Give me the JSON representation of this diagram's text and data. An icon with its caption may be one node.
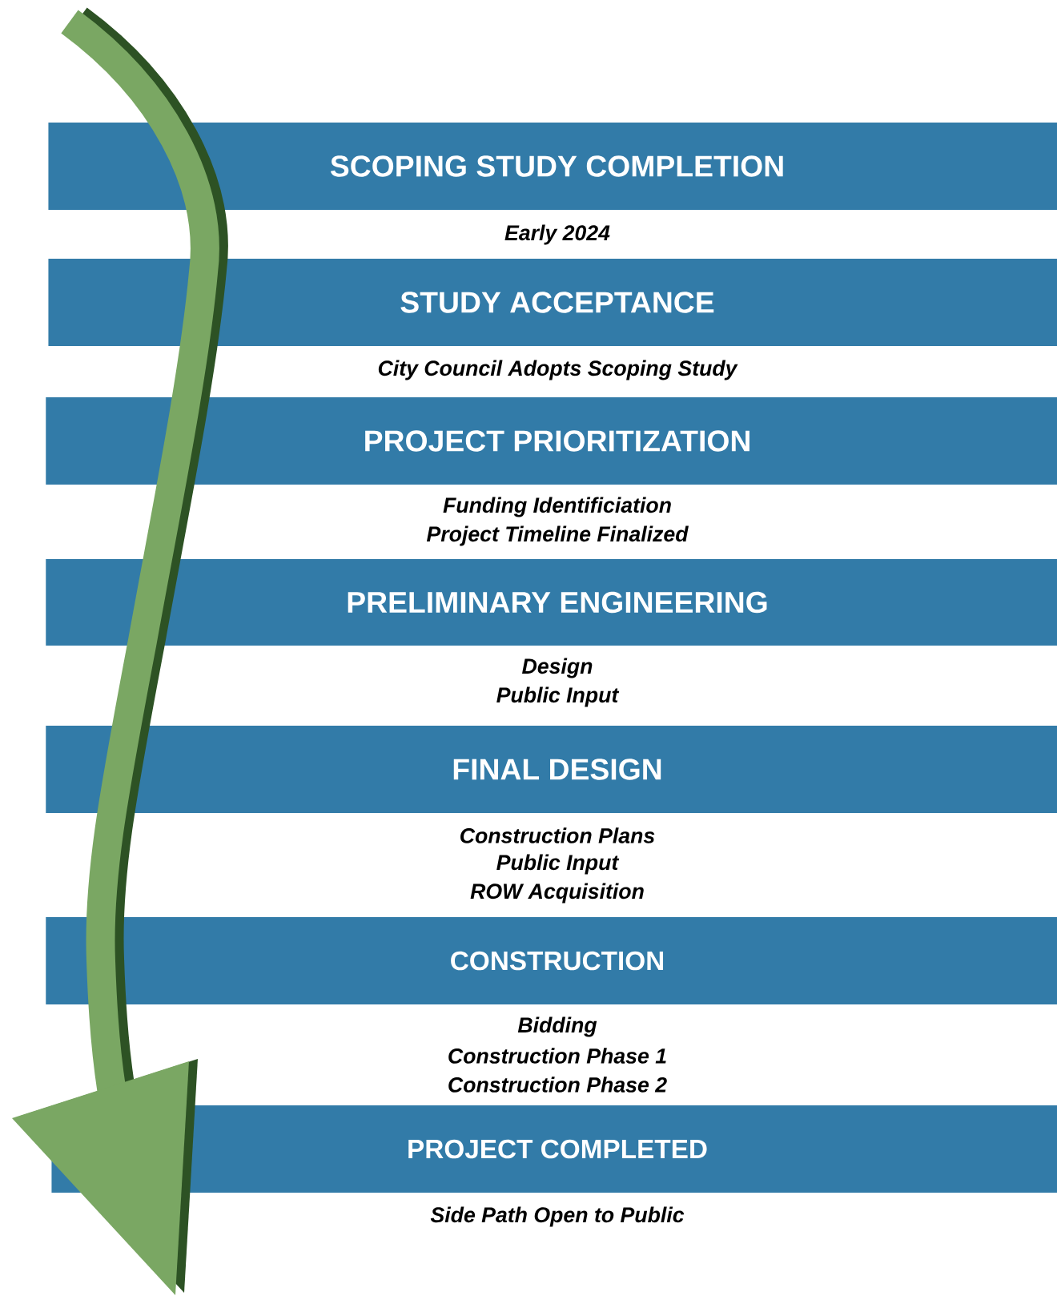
{
  "diagram": {
    "nodes": [
      {
        "text": [
          "SCOPING STUDY COMPLETION"
        ],
        "beside": [
          "Early 2024"
        ]
      },
      {
        "text": [
          "STUDY ACCEPTANCE"
        ],
        "beside": [
          "City Council Adopts Scoping Study"
        ]
      },
      {
        "text": [
          "PROJECT PRIORITIZATION"
        ],
        "beside": [
          "Funding Identificiation",
          "Project Timeline Finalized"
        ]
      },
      {
        "text": [
          "PRELIMINARY ENGINEERING"
        ],
        "beside": [
          "Design",
          "Public Input"
        ]
      },
      {
        "text": [
          "FINAL DESIGN"
        ],
        "beside": [
          "Construction Plans",
          "Public Input",
          "ROW Acquisition"
        ]
      },
      {
        "text": [
          "CONSTRUCTION"
        ],
        "beside": [
          "Bidding",
          "Construction Phase 1",
          "Construction Phase 2"
        ]
      },
      {
        "text": [
          "PROJECT COMPLETED"
        ],
        "beside": [
          "Side Path Open to Public"
        ]
      }
    ]
  }
}
